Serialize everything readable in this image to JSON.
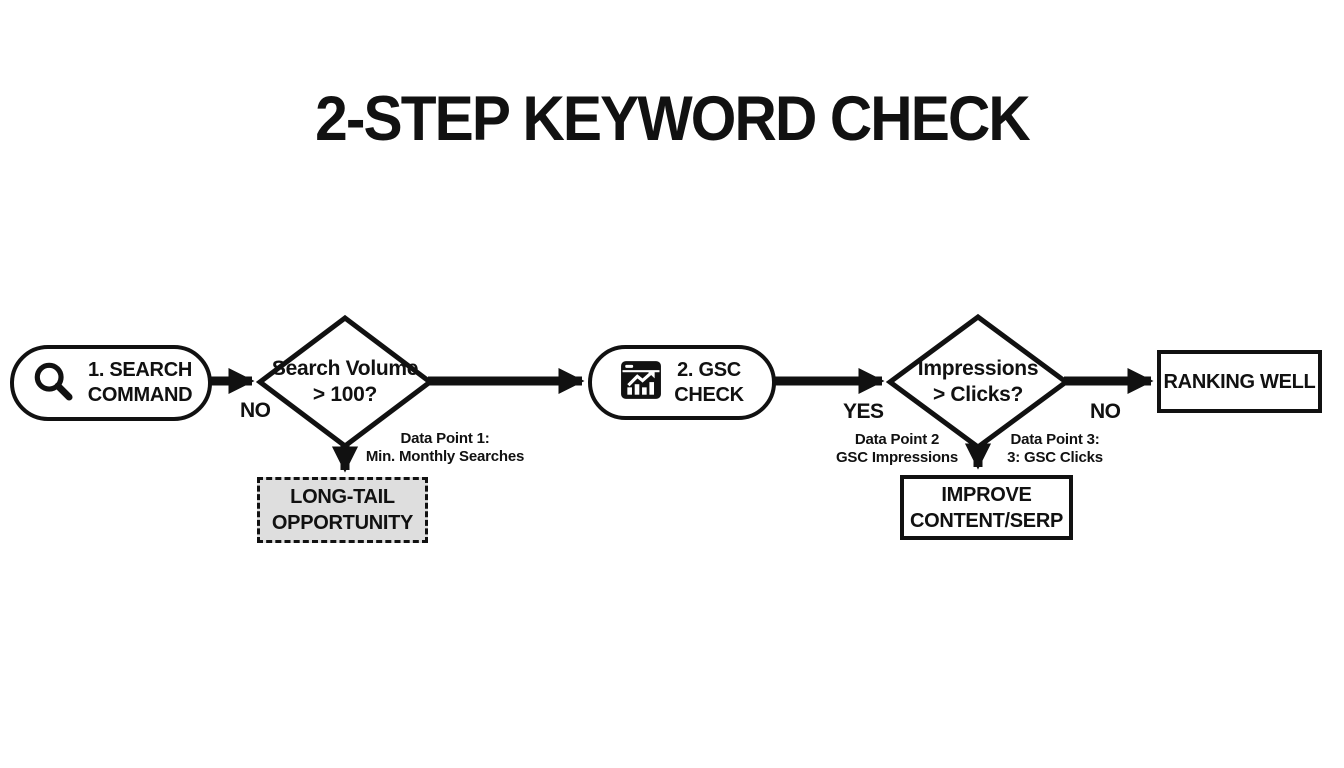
{
  "title": "2-STEP KEYWORD CHECK",
  "colors": {
    "ink": "#111111",
    "background": "#ffffff",
    "longtail_fill": "#dedede"
  },
  "flowchart": {
    "nodes": {
      "search_command": {
        "line1": "1. SEARCH",
        "line2": "COMMAND",
        "icon": "search-icon"
      },
      "search_volume": {
        "line1": "Search Volume",
        "line2": "> 100?"
      },
      "gsc_check": {
        "line1": "2. GSC",
        "line2": "CHECK",
        "icon": "analytics-window-icon"
      },
      "impressions": {
        "line1": "Impressions",
        "line2": "> Clicks?"
      },
      "long_tail": {
        "line1": "LONG-TAIL",
        "line2": "OPPORTUNITY"
      },
      "improve": {
        "line1": "IMPROVE",
        "line2": "CONTENT/SERP"
      },
      "ranking_well": {
        "label": "RANKING WELL"
      }
    },
    "edge_labels": {
      "no_1": "NO",
      "yes": "YES",
      "no_2": "NO"
    },
    "annotations": {
      "data_point_1": {
        "line1": "Data Point 1:",
        "line2": "Min. Monthly Searches"
      },
      "data_point_2": {
        "line1": "Data Point 2",
        "line2": "GSC Impressions"
      },
      "data_point_3": {
        "line1": "Data Point 3:",
        "line2": "3: GSC Clicks"
      }
    }
  }
}
